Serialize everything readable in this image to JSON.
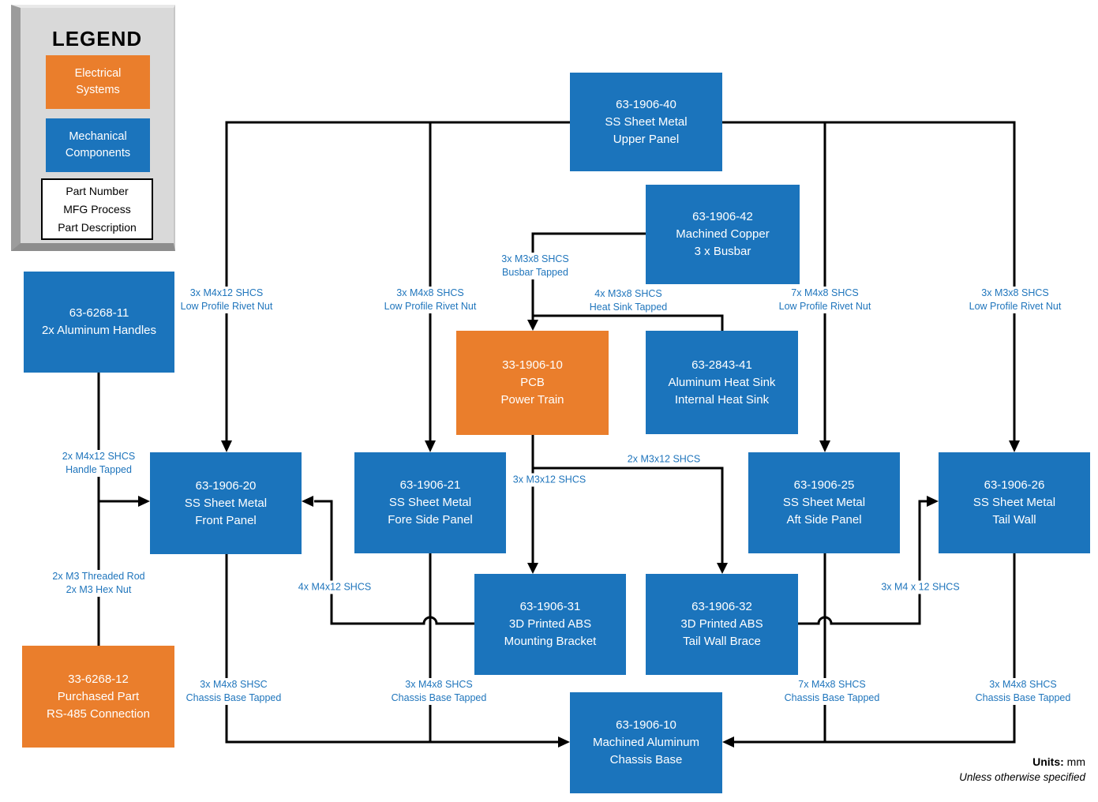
{
  "legend": {
    "title": "LEGEND",
    "electrical_lines": [
      "Electrical",
      "Systems"
    ],
    "mechanical_lines": [
      "Mechanical",
      "Components"
    ],
    "key_lines": [
      "Part Number",
      "MFG Process",
      "Part Description"
    ]
  },
  "colors": {
    "electrical": "#EA7E2C",
    "mechanical": "#1B74BC",
    "label-text": "#1F75BC",
    "line": "#000000",
    "legend-face": "#D9D9D9"
  },
  "boxes": [
    {
      "id": "upper-panel",
      "type": "mechanical",
      "lines": [
        "63-1906-40",
        "SS Sheet Metal",
        "Upper Panel"
      ]
    },
    {
      "id": "busbar",
      "type": "mechanical",
      "lines": [
        "63-1906-42",
        "Machined Copper",
        "3 x Busbar"
      ]
    },
    {
      "id": "handles",
      "type": "mechanical",
      "lines": [
        "63-6268-11",
        "2x Aluminum Handles"
      ]
    },
    {
      "id": "pcb-power-train",
      "type": "electrical",
      "lines": [
        "33-1906-10",
        "PCB",
        "Power Train"
      ]
    },
    {
      "id": "heat-sink",
      "type": "mechanical",
      "lines": [
        "63-2843-41",
        "Aluminum Heat Sink",
        "Internal Heat Sink"
      ]
    },
    {
      "id": "front-panel",
      "type": "mechanical",
      "lines": [
        "63-1906-20",
        "SS Sheet Metal",
        "Front Panel"
      ]
    },
    {
      "id": "fore-side-panel",
      "type": "mechanical",
      "lines": [
        "63-1906-21",
        "SS Sheet Metal",
        "Fore Side Panel"
      ]
    },
    {
      "id": "aft-side-panel",
      "type": "mechanical",
      "lines": [
        "63-1906-25",
        "SS Sheet Metal",
        "Aft Side Panel"
      ]
    },
    {
      "id": "tail-wall",
      "type": "mechanical",
      "lines": [
        "63-1906-26",
        "SS Sheet Metal",
        "Tail Wall"
      ]
    },
    {
      "id": "mounting-bracket",
      "type": "mechanical",
      "lines": [
        "63-1906-31",
        "3D Printed ABS",
        "Mounting Bracket"
      ]
    },
    {
      "id": "tail-wall-brace",
      "type": "mechanical",
      "lines": [
        "63-1906-32",
        "3D Printed ABS",
        "Tail Wall Brace"
      ]
    },
    {
      "id": "rs485-connection",
      "type": "electrical",
      "lines": [
        "33-6268-12",
        "Purchased Part",
        "RS-485 Connection"
      ]
    },
    {
      "id": "chassis-base",
      "type": "mechanical",
      "lines": [
        "63-1906-10",
        "Machined Aluminum",
        "Chassis Base"
      ]
    }
  ],
  "connections": [
    {
      "from": "63-1906-40",
      "to": "63-1906-20",
      "label_lines": [
        "3x M4x12 SHCS",
        "Low Profile Rivet Nut"
      ]
    },
    {
      "from": "63-1906-40",
      "to": "63-1906-21",
      "label_lines": [
        "3x M4x8 SHCS",
        "Low Profile Rivet Nut"
      ]
    },
    {
      "from": "63-1906-40",
      "to": "63-1906-25",
      "label_lines": [
        "7x M4x8 SHCS",
        "Low Profile Rivet Nut"
      ]
    },
    {
      "from": "63-1906-40",
      "to": "63-1906-26",
      "label_lines": [
        "3x M3x8 SHCS",
        "Low Profile Rivet Nut"
      ]
    },
    {
      "from": "63-1906-42",
      "to": "33-1906-10",
      "label_lines": [
        "3x M3x8 SHCS",
        "Busbar Tapped"
      ]
    },
    {
      "from": "63-2843-41",
      "to": "33-1906-10",
      "label_lines": [
        "4x M3x8 SHCS",
        "Heat Sink Tapped"
      ]
    },
    {
      "from": "63-6268-11",
      "to": "63-1906-20",
      "label_lines": [
        "2x M4x12 SHCS",
        "Handle Tapped"
      ]
    },
    {
      "from": "63-6268-11",
      "to": "33-6268-12",
      "label_lines": [
        "2x M3 Threaded Rod",
        "2x M3 Hex Nut"
      ]
    },
    {
      "from": "33-1906-10",
      "to": "63-1906-31",
      "label_lines": [
        "3x M3x12 SHCS"
      ]
    },
    {
      "from": "33-1906-10",
      "to": "63-1906-32",
      "label_lines": [
        "2x M3x12 SHCS"
      ]
    },
    {
      "from": "63-1906-31",
      "to": "63-1906-20",
      "label_lines": [
        "4x M4x12 SHCS"
      ]
    },
    {
      "from": "63-1906-32",
      "to": "63-1906-26",
      "label_lines": [
        "3x M4 x 12 SHCS"
      ]
    },
    {
      "from": "63-1906-20",
      "to": "63-1906-10",
      "label_lines": [
        "3x M4x8 SHSC",
        "Chassis Base Tapped"
      ]
    },
    {
      "from": "63-1906-21",
      "to": "63-1906-10",
      "label_lines": [
        "3x M4x8 SHCS",
        "Chassis Base Tapped"
      ]
    },
    {
      "from": "63-1906-25",
      "to": "63-1906-10",
      "label_lines": [
        "7x M4x8 SHCS",
        "Chassis Base Tapped"
      ]
    },
    {
      "from": "63-1906-26",
      "to": "63-1906-10",
      "label_lines": [
        "3x M4x8 SHCS",
        "Chassis Base Tapped"
      ]
    }
  ],
  "units": {
    "label": "Units:",
    "value": "mm",
    "note": "Unless otherwise specified"
  }
}
